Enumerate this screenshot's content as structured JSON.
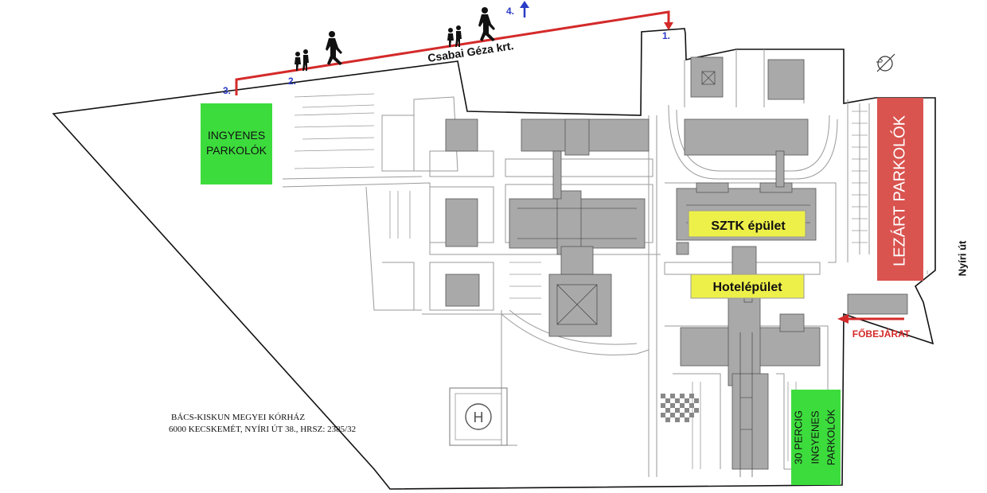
{
  "street_top": "Csabai Géza krt.",
  "street_right": "Nyíri út",
  "markers": {
    "m1": "1.",
    "m2": "2.",
    "m3": "3.",
    "m4": "4."
  },
  "parking_free_left": [
    "INGYENES",
    "PARKOLÓK"
  ],
  "parking_closed": "LEZÁRT PARKOLÓK",
  "parking_30min": [
    "30 PERCIG",
    "INGYENES",
    "PARKOLÓK"
  ],
  "building_sztk": "SZTK épület",
  "building_hotel": "Hotelépület",
  "main_entrance": "FŐBEJÁRAT",
  "address_line1": "BÁCS-KISKUN MEGYEI KÓRHÁZ",
  "address_line2": "6000 KECSKEMÉT, NYÍRI ÚT 38., HRSZ: 2385/32",
  "helipad_letter": "H",
  "colors": {
    "free_parking": "#3ddc3d",
    "closed_parking": "#d9534f",
    "highlight_building": "#eef04a",
    "route": "#d42a2a",
    "marker_blue": "#2a3cc6",
    "building_gray": "#a9a9a9",
    "outline": "#111111"
  },
  "icons": [
    "pedestrian-icon",
    "family-icon",
    "north-arrow-icon",
    "compass-icon",
    "helipad-icon"
  ]
}
